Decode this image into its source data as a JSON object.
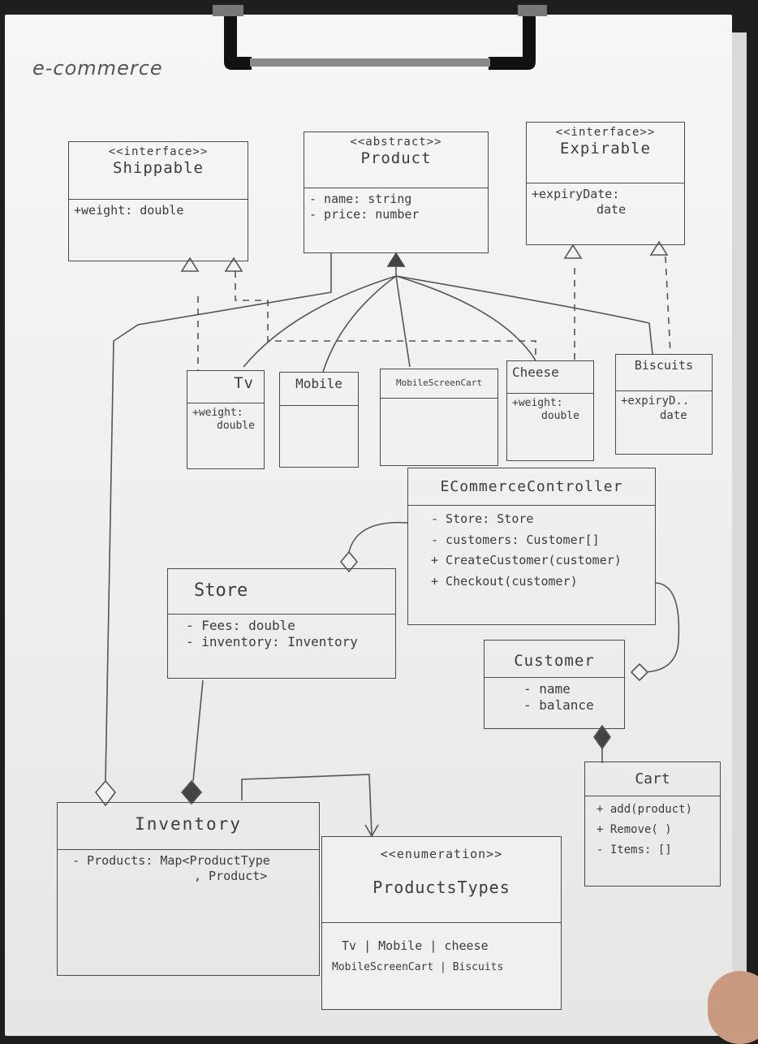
{
  "title": "e-commerce",
  "classes": {
    "shippable": {
      "stereotype": "<<interface>>",
      "name": "Shippable",
      "attrs": [
        "+weight: double"
      ]
    },
    "product": {
      "stereotype": "<<abstract>>",
      "name": "Product",
      "attrs": [
        "- name: string",
        "- price: number"
      ]
    },
    "expirable": {
      "stereotype": "<<interface>>",
      "name": "Expirable",
      "attrs": [
        "+expiryDate:",
        "date"
      ]
    },
    "tv": {
      "name": "Tv",
      "attrs": [
        "+weight:",
        "double"
      ]
    },
    "mobile": {
      "name": "Mobile"
    },
    "mobilescreencart": {
      "name": "MobileScreenCart"
    },
    "cheese": {
      "name": "Cheese",
      "attrs": [
        "+weight:",
        "double"
      ]
    },
    "biscuits": {
      "name": "Biscuits",
      "attrs": [
        "+expiryD..",
        "date"
      ]
    },
    "controller": {
      "name": "ECommerceController",
      "attrs": [
        "- Store: Store",
        "- customers: Customer[]",
        "+ CreateCustomer(customer)",
        "+ Checkout(customer)"
      ]
    },
    "store": {
      "name": "Store",
      "attrs": [
        "- Fees: double",
        "- inventory: Inventory"
      ]
    },
    "customer": {
      "name": "Customer",
      "attrs": [
        "- name",
        "- balance"
      ]
    },
    "cart": {
      "name": "Cart",
      "attrs": [
        "+ add(product)",
        "+ Remove( )",
        "- Items: []"
      ]
    },
    "inventory": {
      "name": "Inventory",
      "attrs": [
        "- Products: Map<ProductType",
        ", Product>"
      ]
    },
    "producttypes": {
      "stereotype": "<<enumeration>>",
      "name": "ProductsTypes",
      "attrs": [
        "Tv | Mobile | cheese",
        "MobileScreenCart | Biscuits"
      ]
    }
  },
  "colors": {
    "pencil": "#4a4a4a",
    "paper": "#f2f2f2",
    "background": "#1e1e1e"
  }
}
